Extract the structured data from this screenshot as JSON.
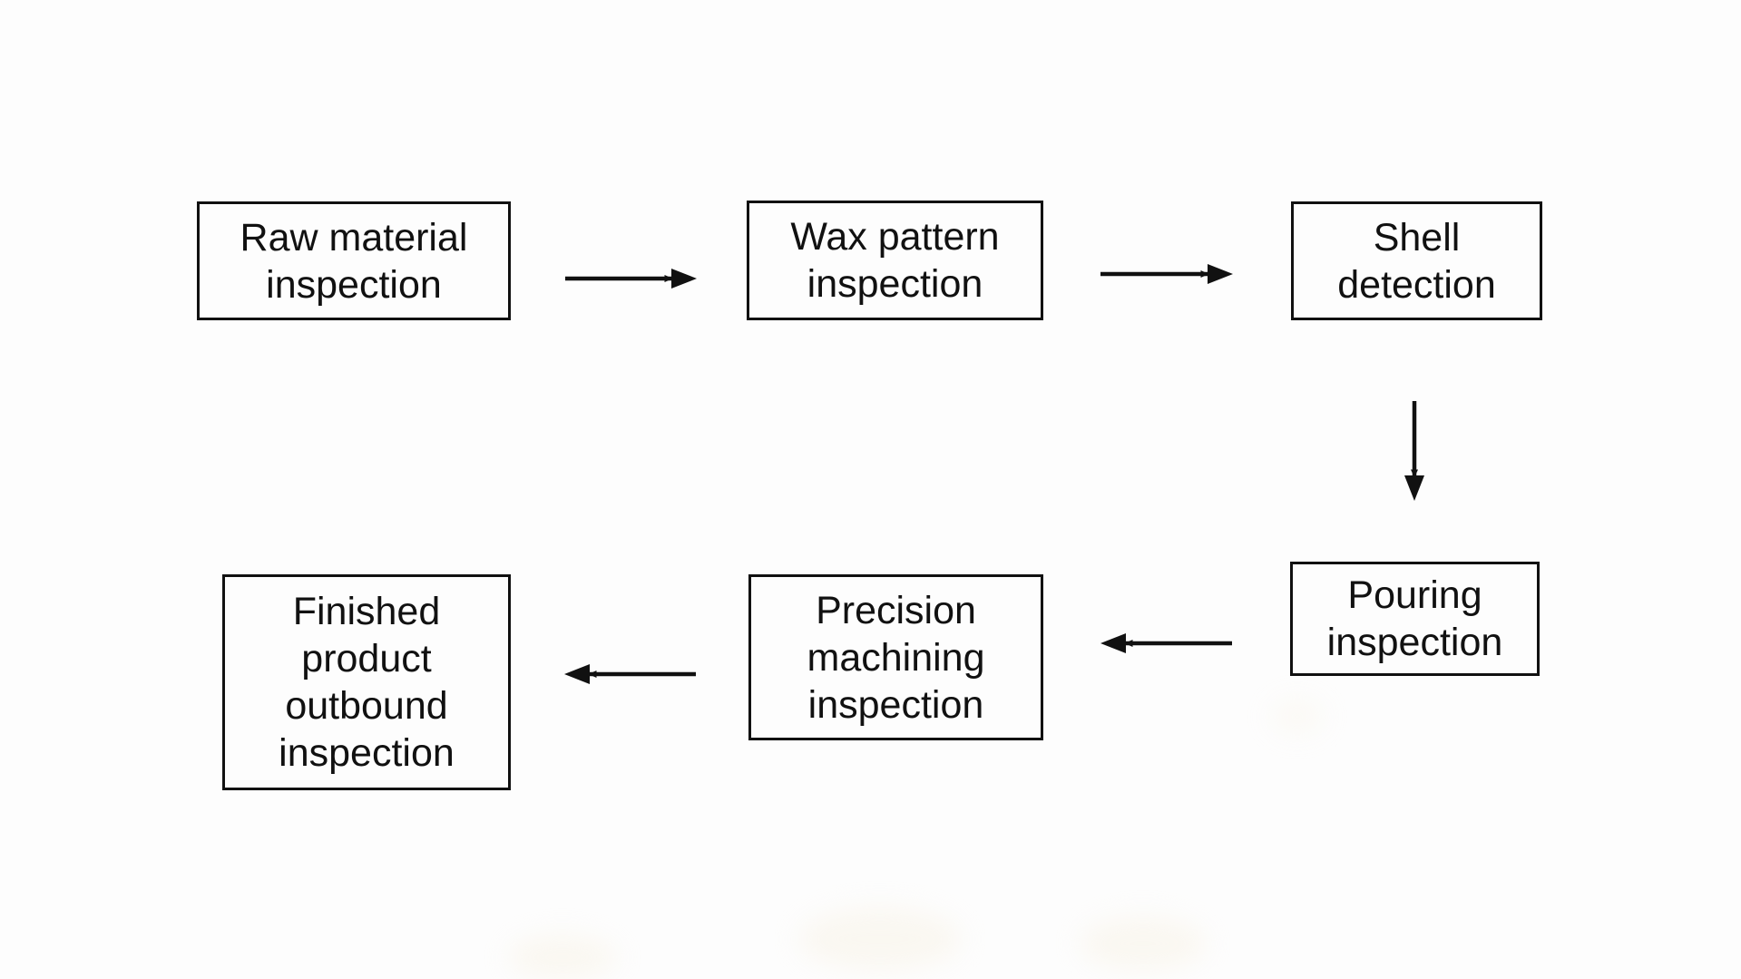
{
  "diagram": {
    "type": "flowchart",
    "background_color": "#fdfdfd",
    "box_border_color": "#111111",
    "text_color": "#111111",
    "arrow_color": "#111111",
    "nodes": [
      {
        "id": "raw-material-inspection",
        "label": "Raw material inspection"
      },
      {
        "id": "wax-pattern-inspection",
        "label": "Wax pattern inspection"
      },
      {
        "id": "shell-detection",
        "label": "Shell detection"
      },
      {
        "id": "pouring-inspection",
        "label": "Pouring inspection"
      },
      {
        "id": "precision-machining-inspection",
        "label": "Precision machining inspection"
      },
      {
        "id": "finished-product-outbound-inspection",
        "label": "Finished product outbound inspection"
      }
    ],
    "edges": [
      {
        "from": "raw-material-inspection",
        "to": "wax-pattern-inspection",
        "direction": "right"
      },
      {
        "from": "wax-pattern-inspection",
        "to": "shell-detection",
        "direction": "right"
      },
      {
        "from": "shell-detection",
        "to": "pouring-inspection",
        "direction": "down"
      },
      {
        "from": "pouring-inspection",
        "to": "precision-machining-inspection",
        "direction": "left"
      },
      {
        "from": "precision-machining-inspection",
        "to": "finished-product-outbound-inspection",
        "direction": "left"
      }
    ]
  }
}
